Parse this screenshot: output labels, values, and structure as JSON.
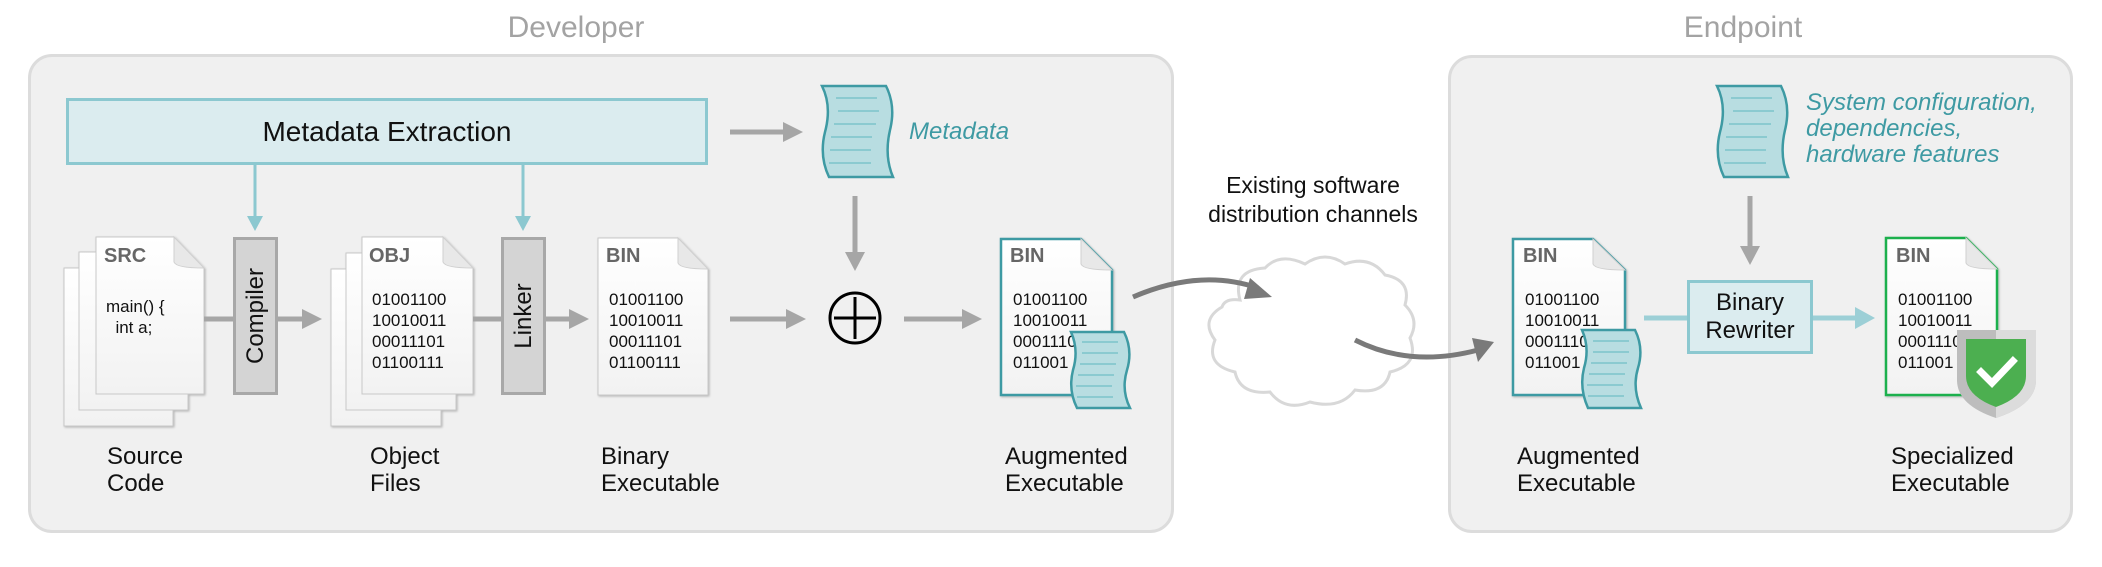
{
  "developer": {
    "title": "Developer",
    "metadata_extraction_label": "Metadata Extraction",
    "compiler_label": "Compiler",
    "linker_label": "Linker",
    "metadata_label": "Metadata",
    "source_doc": {
      "tag": "SRC",
      "content": "main() {\n  int a;"
    },
    "object_doc": {
      "tag": "OBJ",
      "content": "01001100\n10010011\n00011101\n01100111"
    },
    "binary_doc": {
      "tag": "BIN",
      "content": "01001100\n10010011\n00011101\n01100111"
    },
    "augmented_doc": {
      "tag": "BIN",
      "content": "01001100\n10010011\n0001110\n011001"
    },
    "labels": {
      "source": "Source\nCode",
      "object": "Object\nFiles",
      "binary": "Binary\nExecutable",
      "augmented": "Augmented\nExecutable"
    },
    "combine_symbol": "⊕"
  },
  "distribution": {
    "label": "Existing software\ndistribution channels"
  },
  "endpoint": {
    "title": "Endpoint",
    "system_info_label": "System configuration,\ndependencies,\nhardware features",
    "rewriter_label": "Binary\nRewriter",
    "augmented_doc": {
      "tag": "BIN",
      "content": "01001100\n10010011\n0001110\n011001"
    },
    "specialized_doc": {
      "tag": "BIN",
      "content": "01001100\n10010011\n0001110\n011001"
    },
    "labels": {
      "augmented": "Augmented\nExecutable",
      "specialized": "Specialized\nExecutable"
    }
  },
  "colors": {
    "teal": "#3e9aa3",
    "teal_light": "#8cc8d0",
    "teal_fill": "#b8dde1",
    "gray_arrow": "#a6a6a6",
    "dark_arrow": "#7a7a7a",
    "green": "#1fb04e",
    "shield_green": "#4caf50"
  }
}
